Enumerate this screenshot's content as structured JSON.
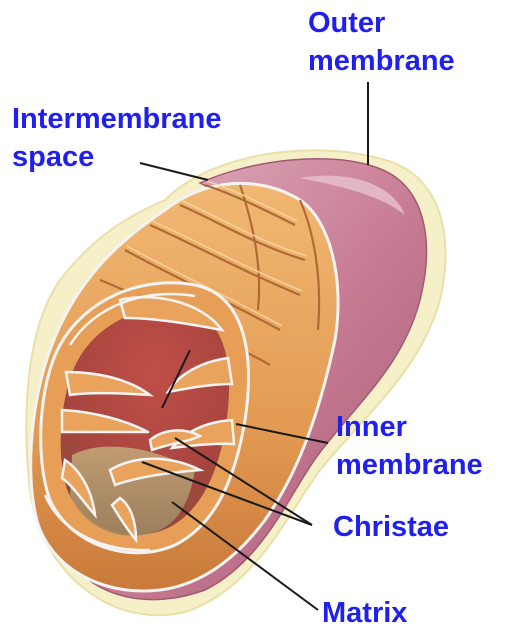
{
  "labels": {
    "outer_membrane": [
      "Outer",
      "membrane"
    ],
    "intermembrane_space": [
      "Intermembrane",
      "space"
    ],
    "inner_membrane": [
      "Inner",
      "membrane"
    ],
    "cristae": "Christae",
    "matrix": "Matrix"
  },
  "colors": {
    "label_text": "#2020ee",
    "leader_line": "#1a1a1a",
    "outer_membrane_pink": "#c97a92",
    "outer_membrane_highlight": "#dca8b8",
    "intermembrane_cream": "#f5efc4",
    "inner_orange": "#e8a45e",
    "inner_orange_dark": "#b86a32",
    "matrix_red": "#b24a45",
    "matrix_olive": "#a8956a",
    "membrane_white": "#f3f3f3"
  }
}
